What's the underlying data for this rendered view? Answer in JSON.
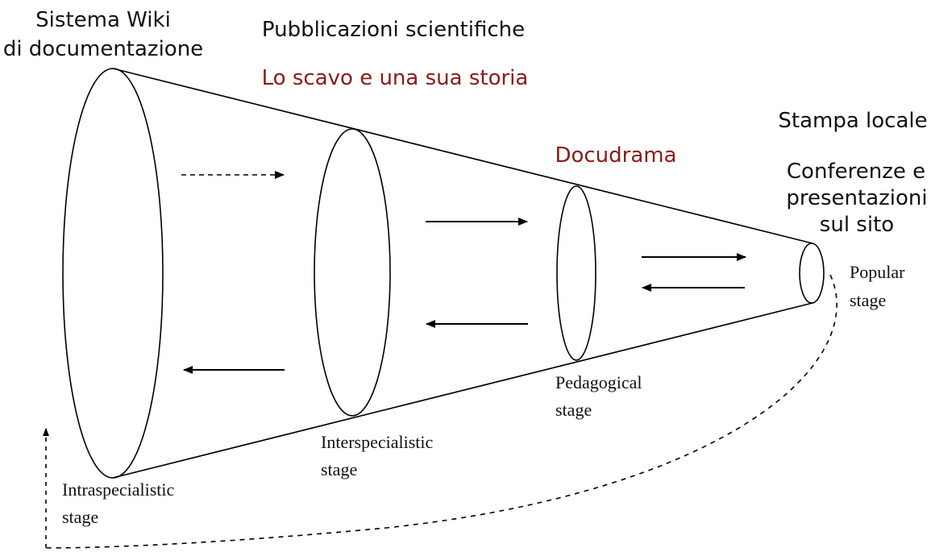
{
  "labels": {
    "wiki_line1": "Sistema Wiki",
    "wiki_line2": "di documentazione",
    "publications": "Pubblicazioni scientifiche",
    "scavo": "Lo scavo e una sua storia",
    "docudrama": "Docudrama",
    "stampa": "Stampa locale",
    "conf_line1": "Conferenze e",
    "conf_line2": "presentazioni",
    "conf_line3": "sul sito"
  },
  "stages": {
    "intra_line1": "Intraspecialistic",
    "intra_line2": "stage",
    "inter_line1": "Interspecialistic",
    "inter_line2": "stage",
    "peda_line1": "Pedagogical",
    "peda_line2": "stage",
    "popular_line1": "Popular",
    "popular_line2": "stage"
  },
  "colors": {
    "text": "#111111",
    "highlight": "#8b1a1a",
    "line": "#000000"
  }
}
